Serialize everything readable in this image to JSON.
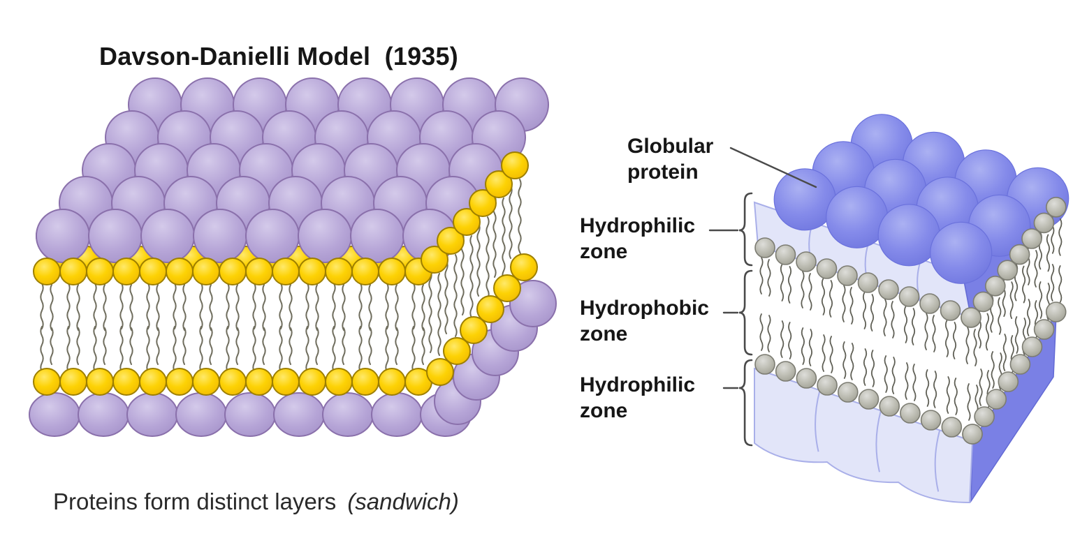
{
  "figure": {
    "background": "#ffffff",
    "text_color": "#161616"
  },
  "left_panel": {
    "title": "Davson-Danielli Model  (1935)",
    "caption": "Proteins form distinct layers",
    "caption_note": "(sandwich)",
    "colors": {
      "protein_fill": "#b6a5d7",
      "protein_highlight": "#d4caea",
      "protein_shadow": "#a28fc7",
      "protein_outline": "#8a70ab",
      "head_fill": "#fdd205",
      "head_highlight": "#ffe96a",
      "head_shadow": "#edb400",
      "head_outline": "#9d7f00",
      "tail": "#6f6d5d"
    }
  },
  "right_panel": {
    "labels": [
      {
        "text": "Globular protein"
      },
      {
        "text": "Hydrophilic zone"
      },
      {
        "text": "Hydrophobic zone"
      },
      {
        "text": "Hydrophilic zone"
      }
    ],
    "colors": {
      "protein_fill": "#858bea",
      "protein_highlight": "#abb1f2",
      "protein_shadow": "#6a71dc",
      "protein_face": "#e2e5f9",
      "protein_face_line": "#a9afe9",
      "protein_side": "#7a80e5",
      "protein_side_outline": "#636ad4",
      "head_fill": "#bcbcb2",
      "head_highlight": "#dededa",
      "head_shadow": "#99998d",
      "head_outline": "#7c7c72",
      "tail": "#5f5f55",
      "annotation_line": "#4a4a4a"
    }
  }
}
